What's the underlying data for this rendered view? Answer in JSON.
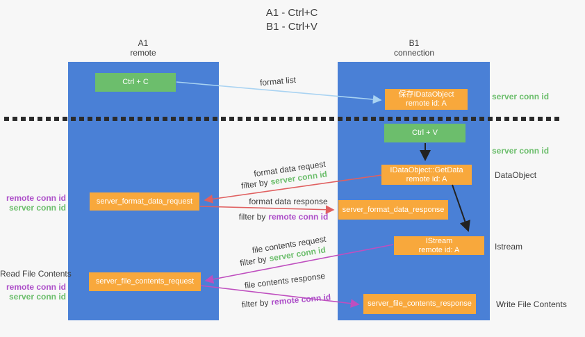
{
  "title": {
    "line1": "A1 - Ctrl+C",
    "line2": "B1 - Ctrl+V"
  },
  "lanes": {
    "left": {
      "name": "A1",
      "role": "remote"
    },
    "right": {
      "name": "B1",
      "role": "connection"
    }
  },
  "nodes": {
    "ctrl_c": "Ctrl + C",
    "ctrl_v": "Ctrl + V",
    "save_dataobject": {
      "line1": "保存IDataObject",
      "line2": "remote id: A"
    },
    "getdata": {
      "line1": "IDataObject::GetData",
      "line2": "remote id: A"
    },
    "istream": {
      "line1": "IStream",
      "line2": "remote id: A"
    },
    "format_request": "server_format_data_request",
    "format_response": "server_format_data_response",
    "file_request": "server_file_contents_request",
    "file_response": "server_file_contents_response"
  },
  "arrow_labels": {
    "format_list": "format list",
    "format_data_request": "format data request",
    "format_data_response": "format data response",
    "file_contents_request": "file contents request",
    "file_contents_response": "file contents response",
    "filter_by": "filter by",
    "server_conn_id": "server conn id",
    "remote_conn_id": "remote conn id"
  },
  "side_labels": {
    "server_conn_id_top": "server conn id",
    "server_conn_id_mid": "server conn id",
    "dataobject": "DataObject",
    "istream": "Istream",
    "read_file_contents": "Read File Contents",
    "write_file_contents": "Write File Contents",
    "remote_conn_id": "remote conn id",
    "server_conn_id": "server conn id"
  },
  "colors": {
    "lane_blue": "#4a80d6",
    "node_green": "#6cbe6c",
    "node_orange": "#f8a83c",
    "arrow_light_blue": "#a9d3f2",
    "arrow_red": "#e06060",
    "arrow_magenta": "#bf4fbf",
    "text_green": "#6cbe6c",
    "text_purple": "#ad4fc9",
    "text_dark": "#3d3d3d"
  }
}
